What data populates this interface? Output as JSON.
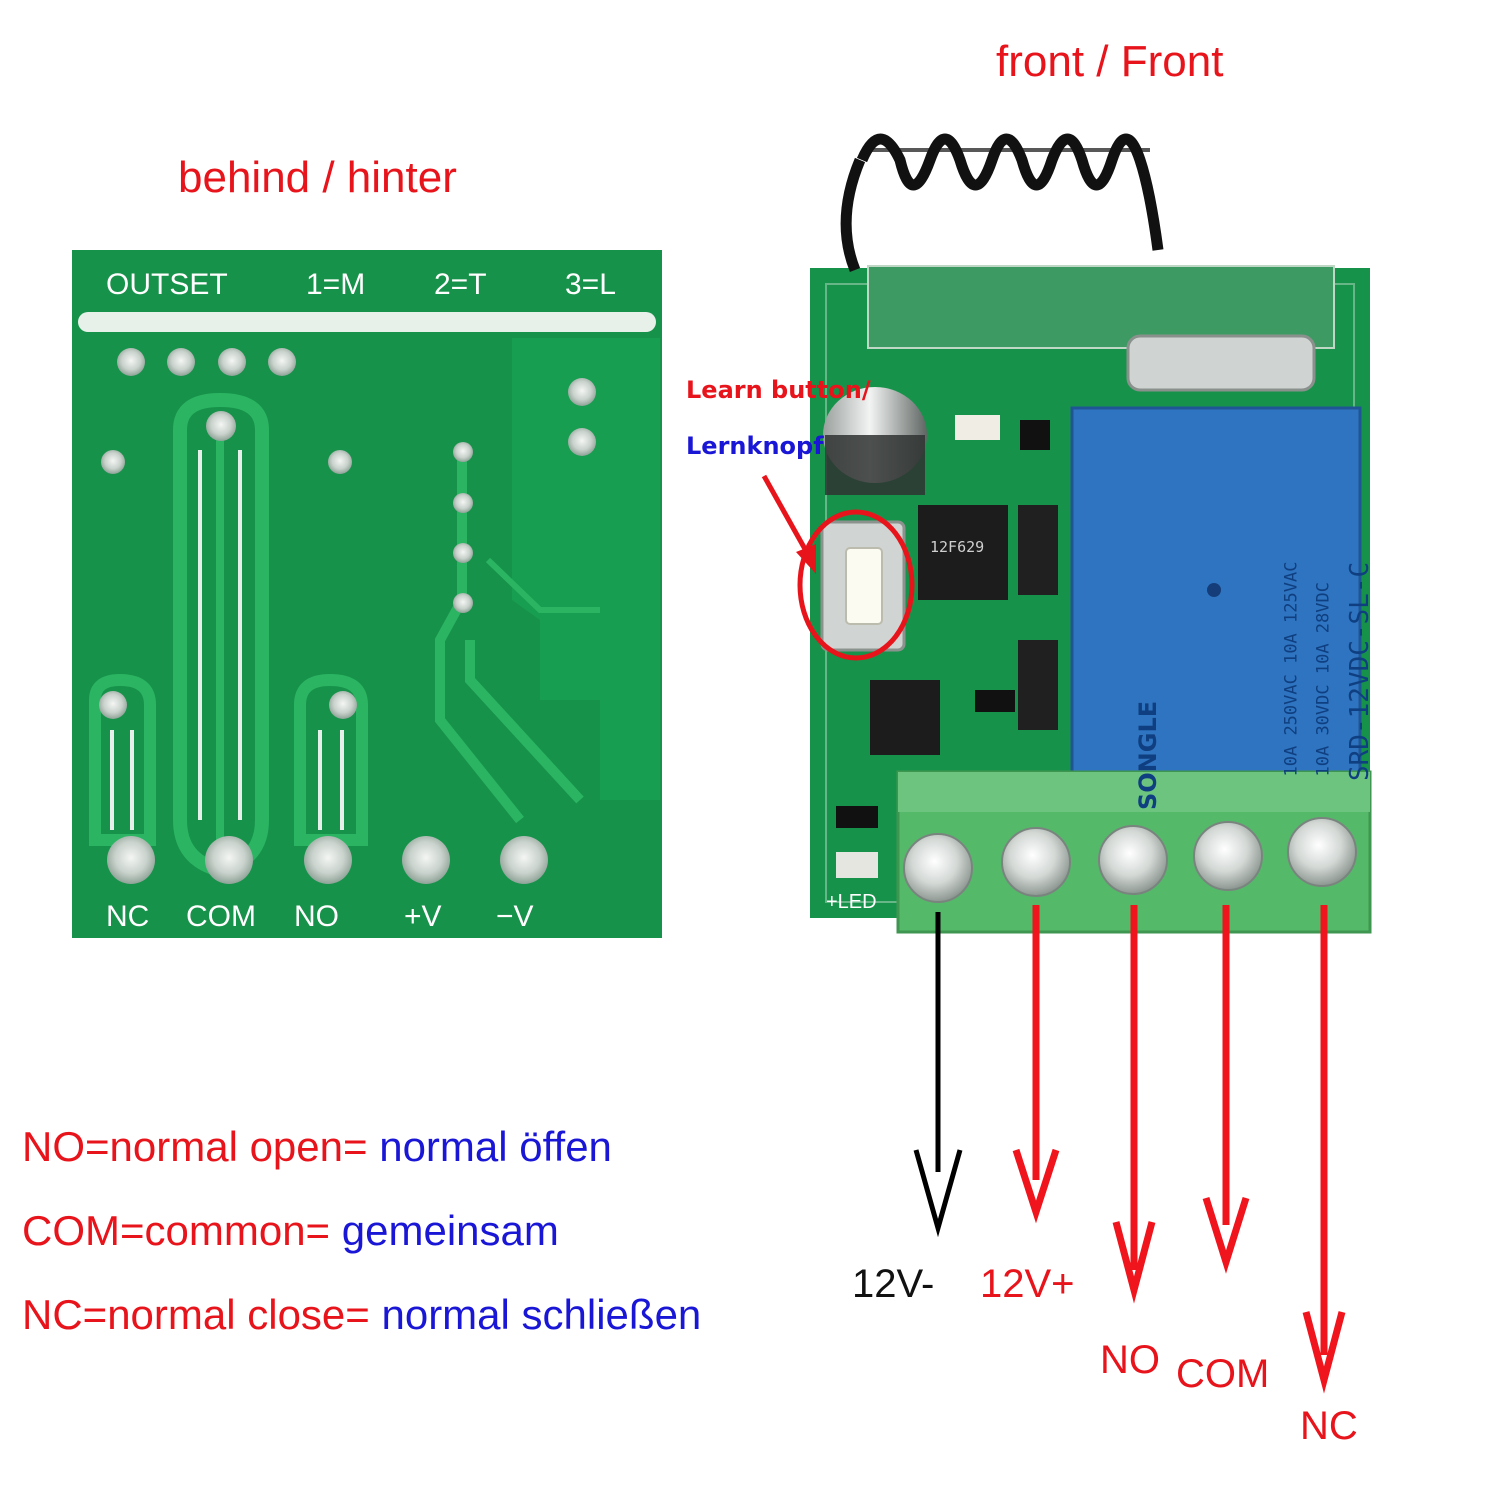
{
  "titles": {
    "back": "behind / hinter",
    "front": "front / Front"
  },
  "back_board": {
    "top_labels": [
      "OUTSET",
      "1=M",
      "2=T",
      "3=L"
    ],
    "bottom_labels": [
      "NC",
      "COM",
      "NO",
      "+V",
      "−V"
    ]
  },
  "front_board": {
    "learn_button_en": "Learn button/",
    "learn_button_de": "Lernknopf",
    "chip": "12F629",
    "relay_brand": "SONGLE",
    "relay_model": "SRD-12VDC-SL-C",
    "relay_rating_1": "10A 250VAC  10A 125VAC",
    "relay_rating_2": "10A 30VDC  10A 28VDC",
    "led_label": "+LED"
  },
  "terminals": [
    {
      "label": "12V-",
      "color": "#111111"
    },
    {
      "label": "12V+",
      "color": "#e8141c"
    },
    {
      "label": "NO",
      "color": "#e8141c"
    },
    {
      "label": "COM",
      "color": "#e8141c"
    },
    {
      "label": "NC",
      "color": "#e8141c"
    }
  ],
  "definitions": [
    {
      "term": "NO=normal open=",
      "translation": " normal öffen"
    },
    {
      "term": "COM=common=",
      "translation": " gemeinsam"
    },
    {
      "term": "NC=normal close=",
      "translation": " normal schließen"
    }
  ],
  "colors": {
    "pcb": "#17924a",
    "relay": "#2f74c0",
    "terminal_block": "#55b96a",
    "arrow_red": "#f0141c",
    "arrow_black": "#000000"
  }
}
